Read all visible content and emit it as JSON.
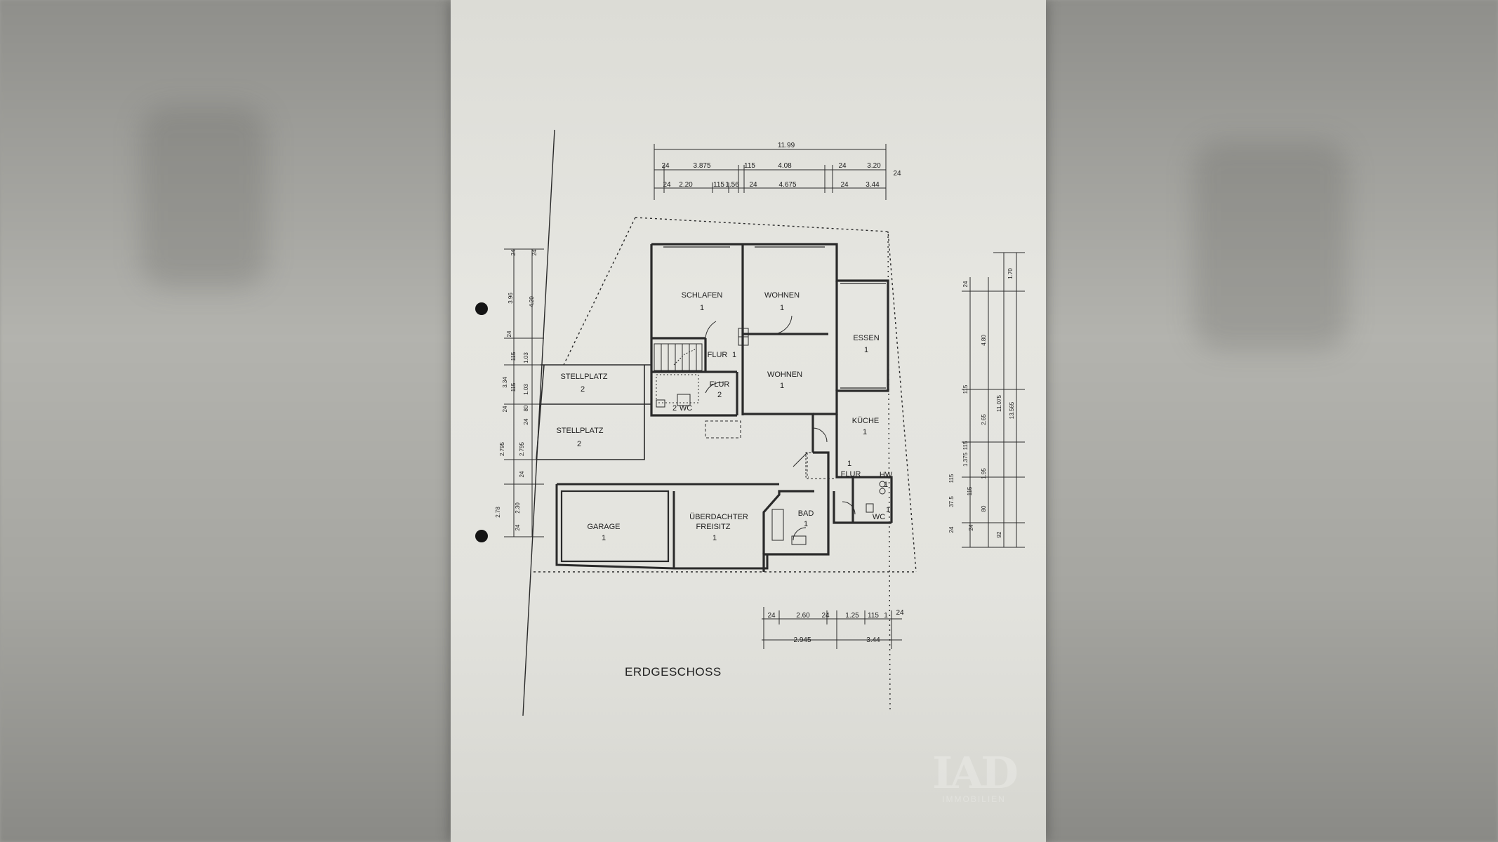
{
  "plan": {
    "floor_title": "ERDGESCHOSS",
    "rooms": [
      {
        "id": "schlafen",
        "label": "SCHLAFEN",
        "num": "1"
      },
      {
        "id": "wohnen1",
        "label": "WOHNEN",
        "num": "1"
      },
      {
        "id": "essen",
        "label": "ESSEN",
        "num": "1"
      },
      {
        "id": "flur1",
        "label": "FLUR",
        "num": "1"
      },
      {
        "id": "flur2",
        "label": "FLUR",
        "num": "2"
      },
      {
        "id": "wc2",
        "label": "WC",
        "num": "2"
      },
      {
        "id": "wohnen2",
        "label": "WOHNEN",
        "num": "1"
      },
      {
        "id": "kueche",
        "label": "KÜCHE",
        "num": "1"
      },
      {
        "id": "flur3",
        "label": "FLUR",
        "num": "1"
      },
      {
        "id": "hw",
        "label": "HW",
        "num": "1"
      },
      {
        "id": "bad",
        "label": "BAD",
        "num": "1"
      },
      {
        "id": "wc1",
        "label": "WC",
        "num": "1"
      },
      {
        "id": "stellplatz1",
        "label": "STELLPLATZ",
        "num": "2"
      },
      {
        "id": "stellplatz2",
        "label": "STELLPLATZ",
        "num": "2"
      },
      {
        "id": "garage",
        "label": "GARAGE",
        "num": "1"
      },
      {
        "id": "freisitz",
        "label": "ÜBERDACHTER FREISITZ",
        "line1": "ÜBERDACHTER",
        "line2": "FREISITZ",
        "num": "1"
      }
    ],
    "dims_top": {
      "total": "11.99",
      "row1": [
        "24",
        "3.875",
        "115",
        "4.08",
        "24",
        "3.20",
        "24"
      ],
      "row2": [
        "24",
        "2.20",
        "115",
        "1.56",
        "24",
        "4.675",
        "24",
        "3.44"
      ]
    },
    "dims_left": [
      "24",
      "24",
      "3.96",
      "4.20",
      "24",
      "115",
      "1.03",
      "3.34",
      "115",
      "1.03",
      "24",
      "80",
      "24",
      "2.795",
      "2.795",
      "24",
      "2.30",
      "2.78",
      "24"
    ],
    "dims_right": [
      "1.70",
      "24",
      "4.80",
      "115",
      "11.075",
      "13.565",
      "2.65",
      "115",
      "1.375",
      "115",
      "1.95",
      "115",
      "80",
      "24",
      "92",
      "37.5",
      "24"
    ],
    "dims_bottom": [
      "24",
      "2.60",
      "24",
      "1.25",
      "115",
      "1",
      "24",
      "2.945",
      "3.44"
    ],
    "watermark": {
      "logo": "IAD",
      "sub": "IMMOBILIEN"
    }
  }
}
